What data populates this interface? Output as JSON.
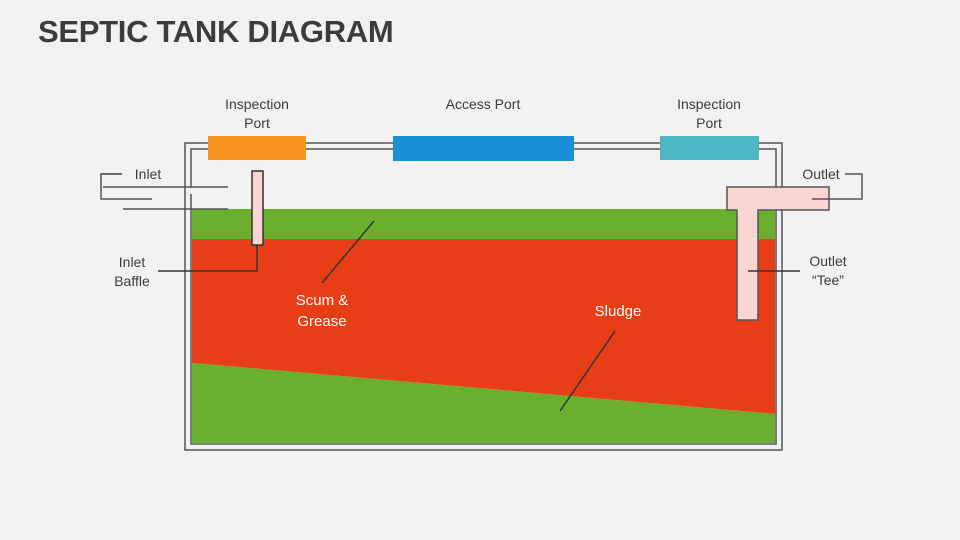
{
  "title": "SEPTIC TANK DIAGRAM",
  "labels": {
    "inspection_port_left": "Inspection\nPort",
    "access_port": "Access Port",
    "inspection_port_right": "Inspection\nPort",
    "inlet": "Inlet",
    "outlet": "Outlet",
    "inlet_baffle": "Inlet\nBaffle",
    "outlet_tee": "Outlet\n“Tee”",
    "scum_grease": "Scum &\nGrease",
    "sludge": "Sludge"
  },
  "colors": {
    "background": "#f2f2f2",
    "tank_outline": "#555555",
    "inspection_port_left": "#f7941d",
    "access_port": "#1b8fd8",
    "inspection_port_right": "#4db8c4",
    "scum_layer": "#6ab02e",
    "liquid_layer": "#e83e17",
    "sludge_layer": "#6ab02e",
    "pipe_fill": "#fad6d3",
    "title_text": "#3c3c3c"
  }
}
